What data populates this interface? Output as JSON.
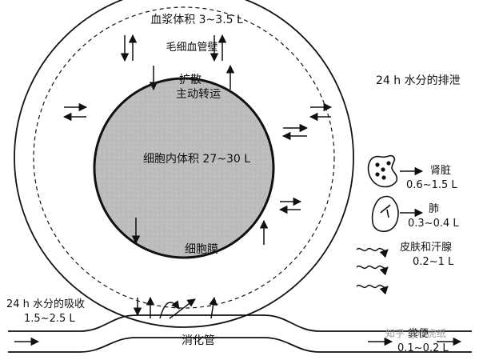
{
  "labels": {
    "plasma_volume": "血浆体积 3~3.5 L",
    "capillary_wall": "毛细血管壁",
    "diffusion": "扩散",
    "active_transport": "主动转运",
    "intracellular_volume": "细胞内体积 27~30 L",
    "cell_membrane": "细胞膜",
    "absorption_title": "24 h 水分的吸收",
    "absorption_value": "1.5~2.5 L",
    "digestive_tract": "消化管",
    "excretion_title": "24 h 水分的排泄",
    "kidney_label": "肾脏",
    "kidney_value": "0.6~1.5 L",
    "lung_label": "肺",
    "lung_value": "0.3~0.4 L",
    "skin_label": "皮肤和汗腺",
    "skin_value": "0.2~1 L",
    "feces_label": "粪便",
    "feces_value": "0.1~0.2 L"
  },
  "icons": {
    "kidney": "kidney-icon",
    "lung": "lung-icon",
    "skin": "wavy-arrow-icon"
  },
  "colors": {
    "line": "#111111",
    "cell_fill": "#b9b9b9",
    "background": "#ffffff"
  },
  "watermark": "知乎 @小虎纸"
}
